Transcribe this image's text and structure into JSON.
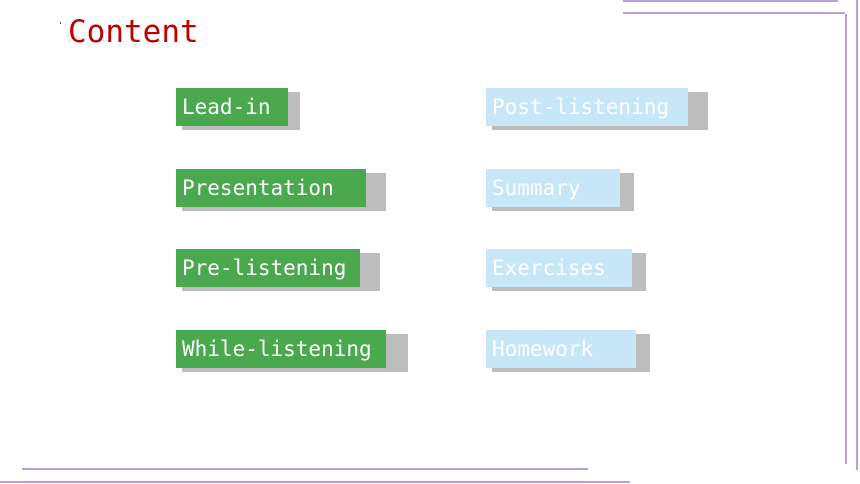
{
  "title": "Content",
  "colors": {
    "title": "#c00000",
    "green_button": "#4aa84f",
    "blue_button": "#c7e6f7",
    "shadow": "#bdbdbd",
    "border_lines": "#b9a0d6"
  },
  "left_items": [
    {
      "label": "Lead-in"
    },
    {
      "label": "Presentation"
    },
    {
      "label": "Pre-listening"
    },
    {
      "label": "While-listening"
    }
  ],
  "right_items": [
    {
      "label": "Post-listening"
    },
    {
      "label": "Summary"
    },
    {
      "label": "Exercises"
    },
    {
      "label": "Homework"
    }
  ]
}
